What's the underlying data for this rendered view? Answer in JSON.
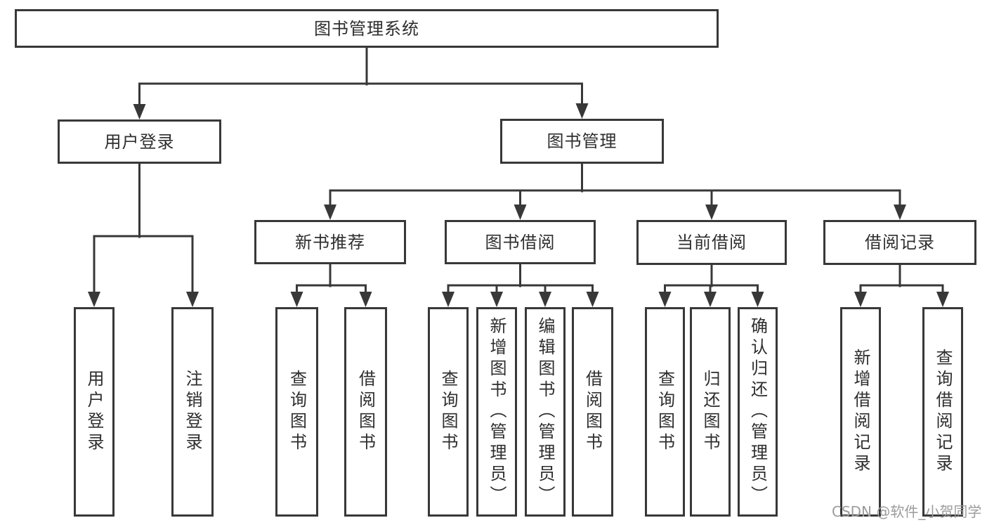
{
  "tree": {
    "label": "图书管理系统",
    "children": [
      {
        "label": "用户登录",
        "children": [
          {
            "label": "用户登录"
          },
          {
            "label": "注销登录"
          }
        ]
      },
      {
        "label": "图书管理",
        "children": [
          {
            "label": "新书推荐",
            "children": [
              {
                "label": "查询图书"
              },
              {
                "label": "借阅图书"
              }
            ]
          },
          {
            "label": "图书借阅",
            "children": [
              {
                "label": "查询图书"
              },
              {
                "label": "新增图书（管理员）"
              },
              {
                "label": "编辑图书（管理员）"
              },
              {
                "label": "借阅图书"
              }
            ]
          },
          {
            "label": "当前借阅",
            "children": [
              {
                "label": "查询图书"
              },
              {
                "label": "归还图书"
              },
              {
                "label": "确认归还（管理员）"
              }
            ]
          },
          {
            "label": "借阅记录",
            "children": [
              {
                "label": "新增借阅记录"
              },
              {
                "label": "查询借阅记录"
              }
            ]
          }
        ]
      }
    ]
  },
  "watermark": {
    "text": "CSDN @软件_小贺同学"
  },
  "colors": {
    "line": "#383838",
    "box_border": "#383838",
    "text": "#2e2e2e",
    "watermark_text": "#9c9c9c",
    "background": "#ffffff"
  }
}
